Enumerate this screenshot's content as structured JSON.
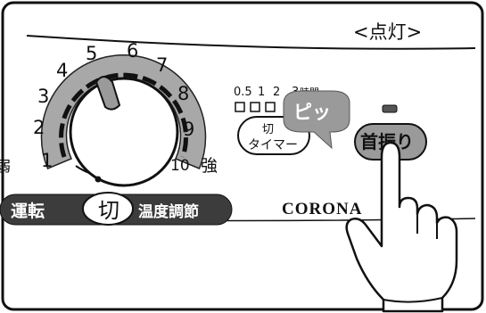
{
  "panel": {
    "lighting_label": "<点灯>",
    "brand": "CORONA"
  },
  "dial": {
    "numbers": [
      "1",
      "2",
      "3",
      "4",
      "5",
      "6",
      "7",
      "8",
      "9",
      "10"
    ],
    "strong_label": "強",
    "weak_label_partial": "弱"
  },
  "operation_bar": {
    "run_label": "運転",
    "off_label": "切",
    "temp_label": "温度調節"
  },
  "timer": {
    "hours": [
      "0.5",
      "1",
      "2",
      "3"
    ],
    "hours_unit": "時間",
    "button_line1": "切",
    "button_line2": "タイマー"
  },
  "swing_button": {
    "label": "首振り"
  },
  "callout": {
    "text": "ピッ"
  },
  "colors": {
    "panel_bg": "#ffffff",
    "gray": "#9a9a9a",
    "dark": "#4a4a4a",
    "outline": "#111111"
  }
}
